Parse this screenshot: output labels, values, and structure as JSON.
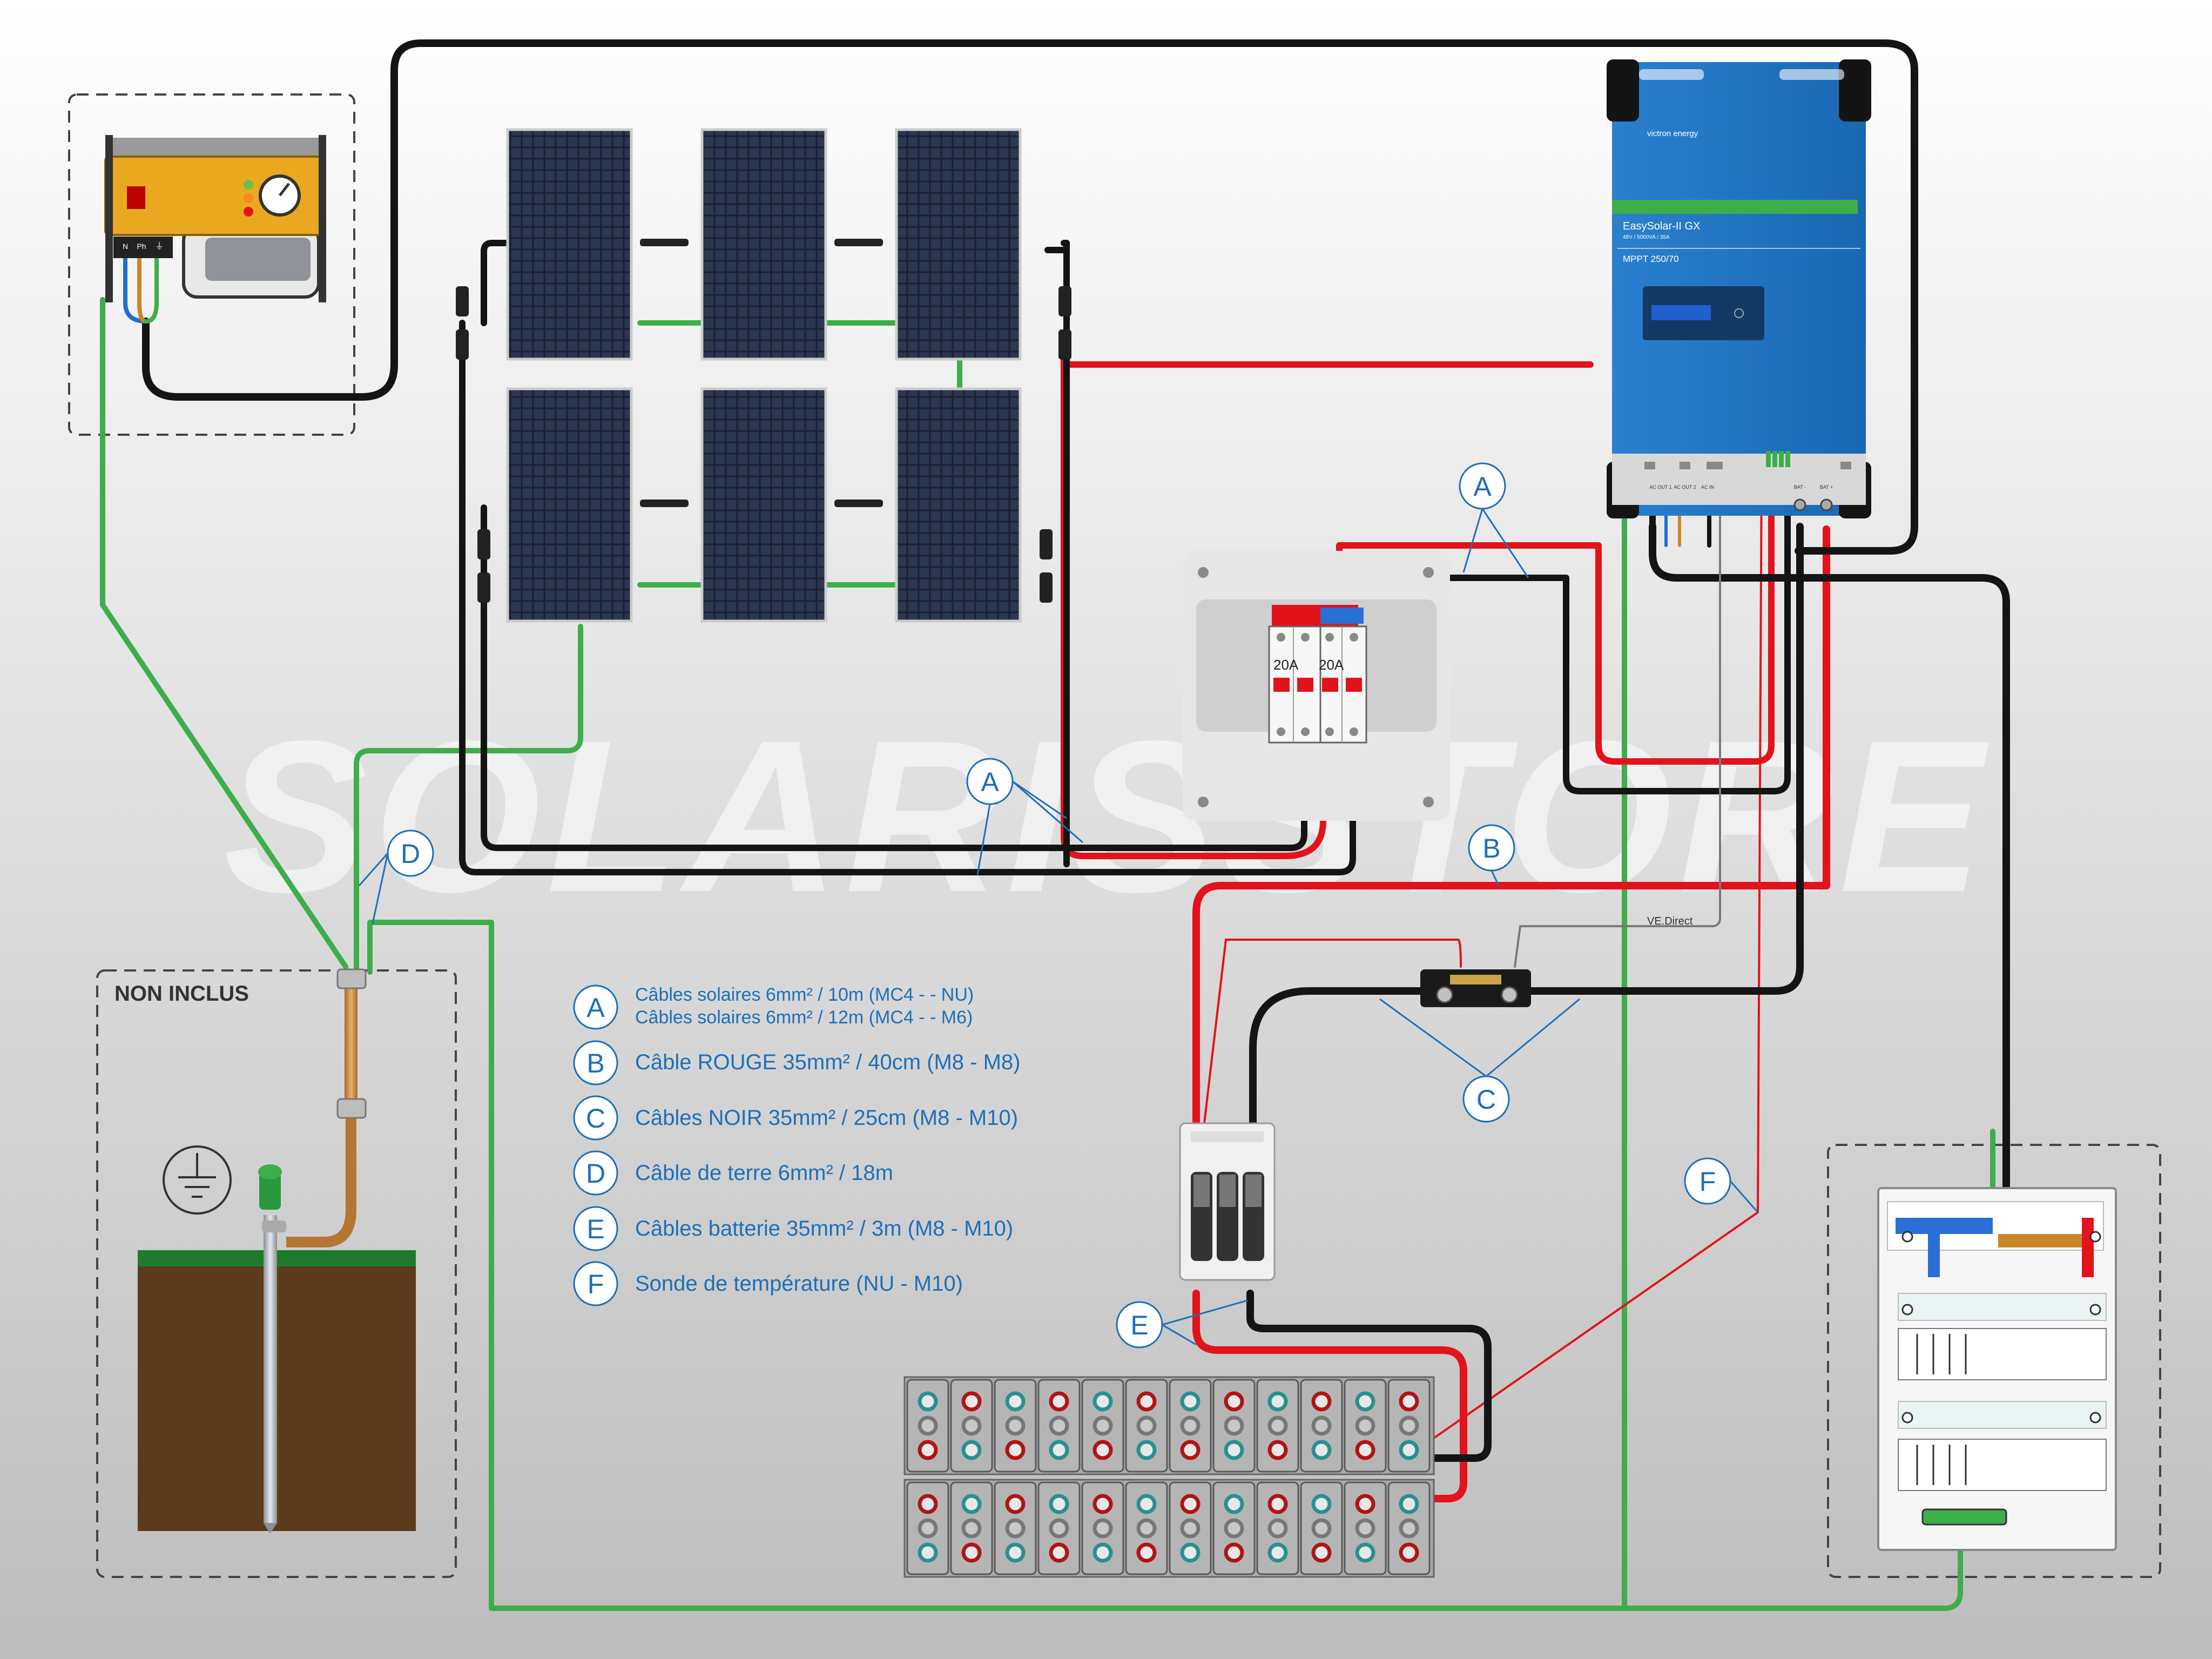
{
  "watermark": "SOLARISSTORE",
  "non_inclus_label": "NON INCLUS",
  "inverter": {
    "brand": "victron energy",
    "model": "EasySolar-II GX",
    "spec": "48V / 5000VA / 35A",
    "mppt": "MPPT 250/70",
    "ports": [
      "AC OUT 1",
      "AC OUT 2",
      "AC IN",
      "BAT -",
      "BAT +"
    ]
  },
  "breakers": {
    "rating_left": "20A",
    "rating_right": "20A"
  },
  "vedirect_label": "VE.Direct",
  "generator_terminals": [
    "N",
    "Ph",
    "⏚"
  ],
  "legend": [
    {
      "letter": "A",
      "lines": [
        "Câbles solaires 6mm² / 10m (MC4 - - NU)",
        "Câbles solaires 6mm² / 12m (MC4 - - M6)"
      ]
    },
    {
      "letter": "B",
      "lines": [
        "Câble ROUGE 35mm² / 40cm (M8 - M8)"
      ]
    },
    {
      "letter": "C",
      "lines": [
        "Câbles NOIR 35mm² / 25cm (M8 - M10)"
      ]
    },
    {
      "letter": "D",
      "lines": [
        "Câble de terre 6mm² / 18m"
      ]
    },
    {
      "letter": "E",
      "lines": [
        "Câbles batterie 35mm² / 3m (M8 - M10)"
      ]
    },
    {
      "letter": "F",
      "lines": [
        "Sonde de température (NU - M10)"
      ]
    }
  ],
  "callouts": [
    "A",
    "A",
    "B",
    "C",
    "D",
    "E",
    "F"
  ],
  "colors": {
    "wire_black": "#141414",
    "wire_red": "#e3131b",
    "wire_green": "#3dae49",
    "inverter_blue": "#1d72c0",
    "legend_blue": "#1d6fb8",
    "earth_brown": "#5b3b1c",
    "generator_yellow": "#e9a820"
  }
}
